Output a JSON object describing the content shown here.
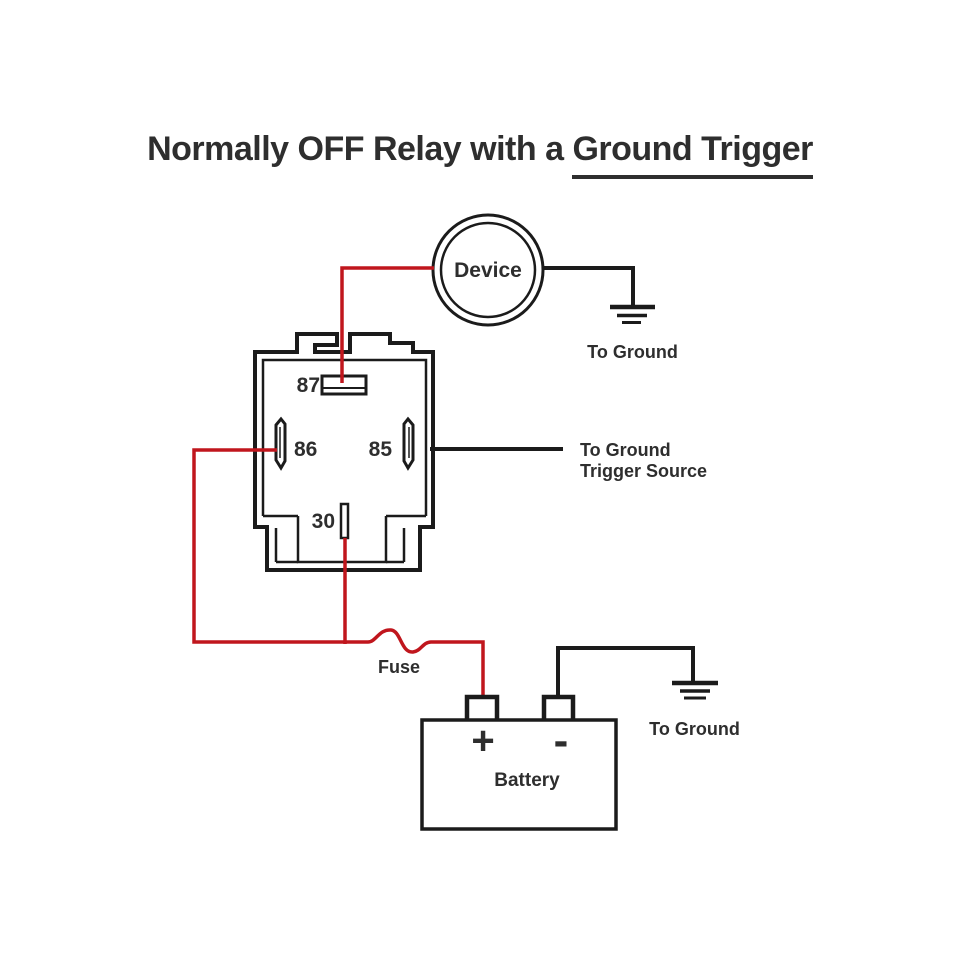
{
  "title": {
    "prefix": "Normally OFF Relay with a ",
    "underlined": "Ground Trigger"
  },
  "relay": {
    "pins": {
      "p87": "87",
      "p86": "86",
      "p85": "85",
      "p30": "30"
    }
  },
  "components": {
    "device": "Device",
    "battery": "Battery",
    "battery_plus": "+",
    "battery_minus": "-",
    "fuse": "Fuse"
  },
  "annotations": {
    "device_ground": "To Ground",
    "trigger_line1": "To Ground",
    "trigger_line2": "Trigger Source",
    "battery_ground": "To Ground"
  },
  "colors": {
    "hot_wire": "#c0161d",
    "ground_wire": "#1b1b1b",
    "text": "#2e2e2e",
    "background": "#ffffff"
  }
}
